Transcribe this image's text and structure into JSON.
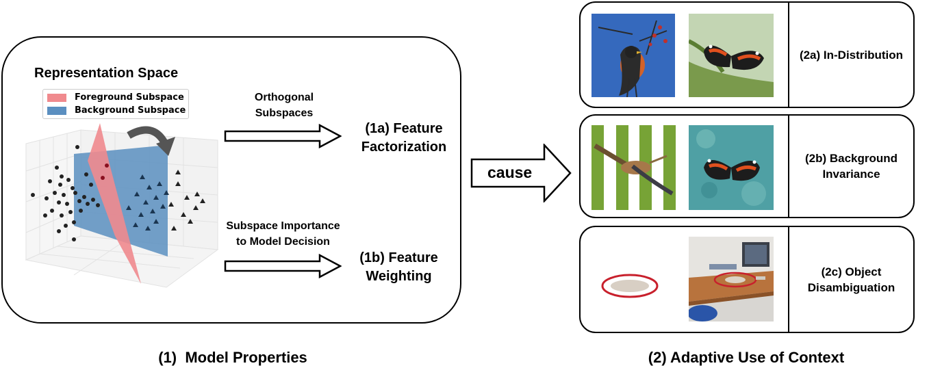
{
  "left": {
    "title": "Representation Space",
    "legend": [
      {
        "label": "Foreground Subspace",
        "color": "#f08a8e"
      },
      {
        "label": "Background Subspace",
        "color": "#5b8fc0"
      }
    ],
    "arrow_a_label_line1": "Orthogonal",
    "arrow_a_label_line2": "Subspaces",
    "result_a_line1": "(1a) Feature",
    "result_a_line2": "Factorization",
    "arrow_b_label_line1": "Subspace Importance",
    "arrow_b_label_line2": "to Model Decision",
    "result_b_line1": "(1b) Feature",
    "result_b_line2": "Weighting",
    "caption": "(1)  Model Properties"
  },
  "middle": {
    "cause_label": "cause"
  },
  "right": {
    "panels": [
      {
        "label_line1": "(2a) In-Distribution",
        "label_line2": "",
        "images": [
          "robin-bird-image",
          "butterfly-on-leaf-image"
        ]
      },
      {
        "label_line1": "(2b) Background",
        "label_line2": "Invariance",
        "images": [
          "bird-on-striped-background-image",
          "butterfly-on-water-image"
        ]
      },
      {
        "label_line1": "(2c) Object",
        "label_line2": "Disambiguation",
        "images": [
          "isolated-mouse-blob-image",
          "office-desk-with-mouse-image"
        ]
      }
    ],
    "caption": "(2) Adaptive Use of Context"
  },
  "colors": {
    "foreground_plane": "#f08a8e",
    "background_plane": "#5b8fc0",
    "highlight_ellipse": "#c8202c"
  }
}
